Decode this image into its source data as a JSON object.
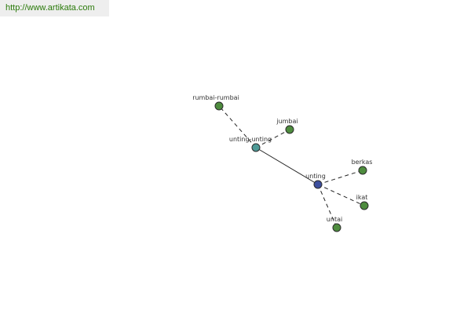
{
  "source_banner": {
    "url_text": "http://www.artikata.com",
    "text_color": "#2a7a0a",
    "background": "#eeeeee"
  },
  "graph": {
    "colors": {
      "root": "#3d4f9e",
      "hub": "#4d9a96",
      "leaf": "#4e8c3e",
      "node_outline": "#2b2b2b",
      "edge": "#222222"
    },
    "nodes": [
      {
        "id": "unting",
        "label": "unting",
        "role": "root"
      },
      {
        "id": "unting-unting",
        "label": "unting-unting",
        "role": "hub"
      },
      {
        "id": "rumbai-rumbai",
        "label": "rumbai-rumbai",
        "role": "leaf"
      },
      {
        "id": "jumbai",
        "label": "jumbai",
        "role": "leaf"
      },
      {
        "id": "berkas",
        "label": "berkas",
        "role": "leaf"
      },
      {
        "id": "ikat",
        "label": "ikat",
        "role": "leaf"
      },
      {
        "id": "untai",
        "label": "untai",
        "role": "leaf"
      }
    ],
    "edges": [
      {
        "from": "unting",
        "to": "unting-unting",
        "style": "solid"
      },
      {
        "from": "unting",
        "to": "berkas",
        "style": "dashed"
      },
      {
        "from": "unting",
        "to": "ikat",
        "style": "dashed"
      },
      {
        "from": "unting",
        "to": "untai",
        "style": "dashed"
      },
      {
        "from": "unting-unting",
        "to": "rumbai-rumbai",
        "style": "dashed"
      },
      {
        "from": "unting-unting",
        "to": "jumbai",
        "style": "dashed"
      }
    ]
  }
}
